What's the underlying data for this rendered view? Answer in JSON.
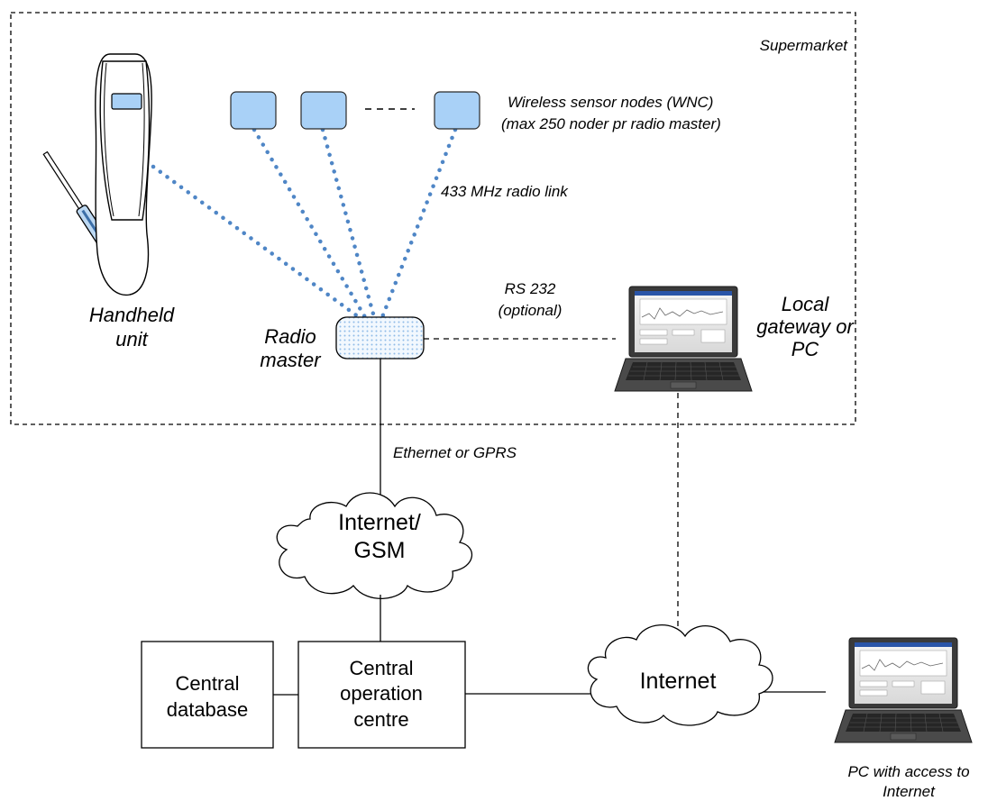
{
  "zone": {
    "label": "Supermarket"
  },
  "sensors": {
    "label_line1": "Wireless sensor nodes (WNC)",
    "label_line2": "(max 250 noder pr radio master)"
  },
  "radio_link": {
    "label": "433 MHz radio link"
  },
  "handheld": {
    "label_line1": "Handheld",
    "label_line2": "unit"
  },
  "radio_master": {
    "label_line1": "Radio",
    "label_line2": "master"
  },
  "rs232": {
    "label_line1": "RS 232",
    "label_line2": "(optional)"
  },
  "local_gateway": {
    "label_line1": "Local",
    "label_line2": "gateway or",
    "label_line3": "PC"
  },
  "uplink": {
    "label": "Ethernet or GPRS"
  },
  "cloud_gsm": {
    "label_line1": "Internet/",
    "label_line2": "GSM"
  },
  "cloud_internet": {
    "label": "Internet"
  },
  "central_db": {
    "label_line1": "Central",
    "label_line2": "database"
  },
  "central_op": {
    "label_line1": "Central",
    "label_line2": "operation",
    "label_line3": "centre"
  },
  "remote_pc": {
    "label_line1": "PC with access to",
    "label_line2": "Internet"
  },
  "colors": {
    "node_fill": "#a9d1f7",
    "node_stroke": "#2a2a2a",
    "radio_link": "#4f86c6",
    "line": "#000000"
  }
}
